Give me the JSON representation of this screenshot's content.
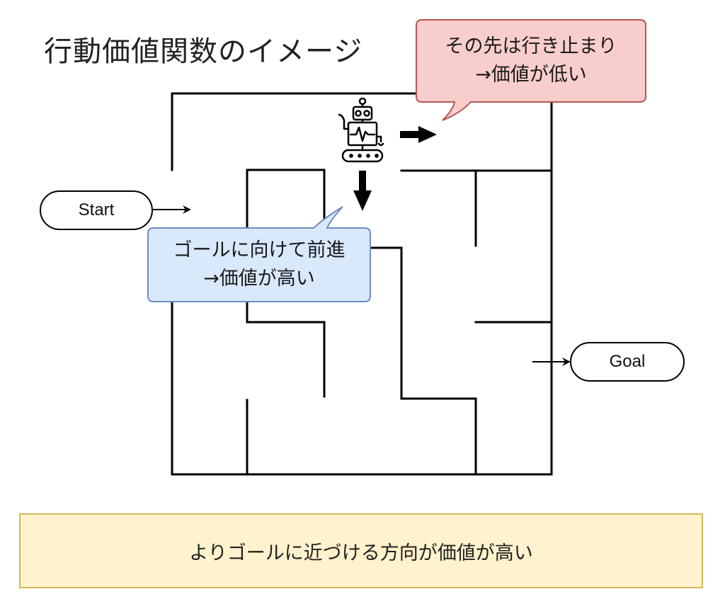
{
  "title": "行動価値関数のイメージ",
  "bubbles": {
    "dead_end": {
      "line1": "その先は行き止まり",
      "line2": "→価値が低い"
    },
    "forward": {
      "line1": "ゴールに向けて前進",
      "line2": "→価値が高い"
    }
  },
  "start_label": "Start",
  "goal_label": "Goal",
  "summary": "よりゴールに近づける方向が価値が高い",
  "icons": [
    "robot-icon",
    "arrow-right-icon",
    "arrow-down-icon"
  ],
  "colors": {
    "dead_end_fill": "#f8cecc",
    "dead_end_stroke": "#b85450",
    "forward_fill": "#dae8fc",
    "forward_stroke": "#6c8ebf",
    "summary_fill": "#fff2cc",
    "summary_stroke": "#d6b656"
  }
}
